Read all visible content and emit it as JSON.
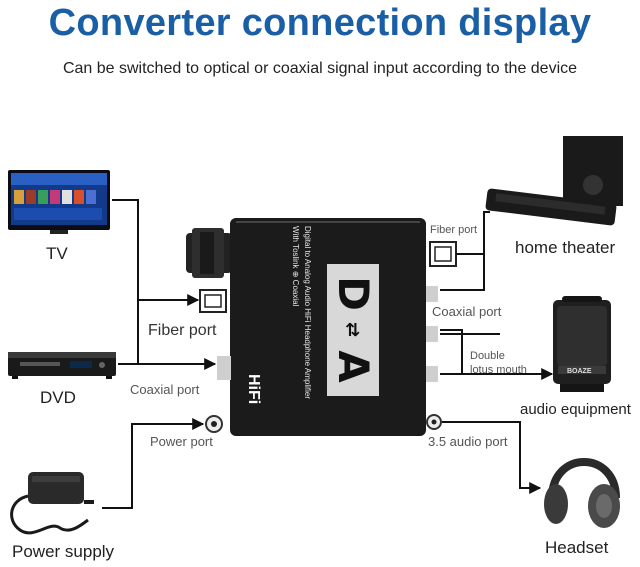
{
  "title": "Converter connection display",
  "subtitle": "Can be switched to optical or coaxial signal input according to the device",
  "devices": {
    "tv": "TV",
    "dvd": "DVD",
    "power_supply": "Power supply",
    "home_theater": "home theater",
    "audio_equipment": "audio equipment",
    "headset": "Headset"
  },
  "ports": {
    "fiber_in": "Fiber port",
    "coaxial_in": "Coaxial port",
    "power": "Power port",
    "fiber_out": "Fiber port",
    "coaxial_out": "Coaxial port",
    "double_lotus_line1": "Double",
    "double_lotus_line2": "lotus mouth",
    "audio_35": "3.5 audio port"
  },
  "converter": {
    "badge_left": "D",
    "badge_right": "A",
    "hifi": "HiFi",
    "side_text_1": "Digital to Analog Audio HiFi Headphone Amplifier",
    "side_text_2": "With Toslink ⊕ Coaxial"
  },
  "speaker_brand": "BOAZE",
  "colors": {
    "title_blue": "#1a5fa6",
    "wire_black": "#111111",
    "converter_body": "#1b1b1b"
  }
}
